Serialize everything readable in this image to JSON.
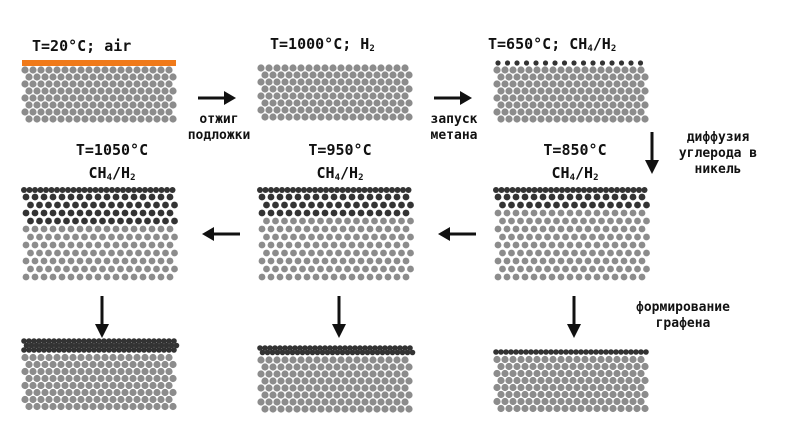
{
  "stage_labels": {
    "s1": {
      "main": "T=20°C; air"
    },
    "s2": {
      "pre": "T=1000°C; H",
      "sub": "2"
    },
    "s3": {
      "pre": "T=650°C; CH",
      "sub1": "4",
      "mid": "/H",
      "sub2": "2"
    },
    "s4": {
      "line1": "T=850°C",
      "pre": "CH",
      "sub1": "4",
      "mid": "/H",
      "sub2": "2"
    },
    "s5": {
      "line1": "T=950°C",
      "pre": "CH",
      "sub1": "4",
      "mid": "/H",
      "sub2": "2"
    },
    "s6": {
      "line1": "T=1050°C",
      "pre": "CH",
      "sub1": "4",
      "mid": "/H",
      "sub2": "2"
    }
  },
  "notes": {
    "annealing": [
      "отжиг",
      "подложки"
    ],
    "methane": [
      "запуск",
      "метана"
    ],
    "diffusion": [
      "диффузия",
      "углерода в",
      "никель"
    ],
    "graphene": [
      "формирование",
      "графена"
    ]
  },
  "colors": {
    "nickel": "#8c8c8c",
    "carbon": "#333333",
    "oxide": "#f07a1a",
    "arrow": "#111111"
  }
}
